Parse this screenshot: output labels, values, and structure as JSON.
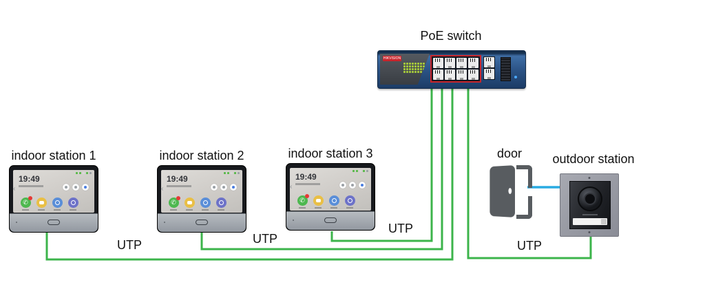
{
  "poe_switch": {
    "label": "PoE switch",
    "brand": "HIKVISION",
    "poe_ports": 8,
    "uplink_ports": 2,
    "led_rows": 4,
    "led_cols": 8
  },
  "indoor_stations": [
    {
      "label": "indoor station 1",
      "screen_time": "19:49"
    },
    {
      "label": "indoor station 2",
      "screen_time": "19:49"
    },
    {
      "label": "indoor station 3",
      "screen_time": "19:49"
    }
  ],
  "door": {
    "label": "door"
  },
  "outdoor_station": {
    "label": "outdoor station"
  },
  "connections": [
    {
      "from": "indoor station 1",
      "to": "PoE switch",
      "cable": "UTP"
    },
    {
      "from": "indoor station 2",
      "to": "PoE switch",
      "cable": "UTP"
    },
    {
      "from": "indoor station 3",
      "to": "PoE switch",
      "cable": "UTP"
    },
    {
      "from": "outdoor station",
      "to": "PoE switch",
      "cable": "UTP"
    },
    {
      "from": "door",
      "to": "outdoor station",
      "cable": ""
    }
  ],
  "colors": {
    "utp_cable": "#3cb44b",
    "door_link": "#29abe2",
    "switch_body": "#2a5183",
    "port_border": "#c8252c",
    "led_green": "#a8cc3a",
    "app_call": "#4db84f",
    "app_message": "#e9bf45",
    "app_blue": "#5a8ed8",
    "app_indigo": "#6d72c8",
    "notification_badge": "#e53935"
  }
}
